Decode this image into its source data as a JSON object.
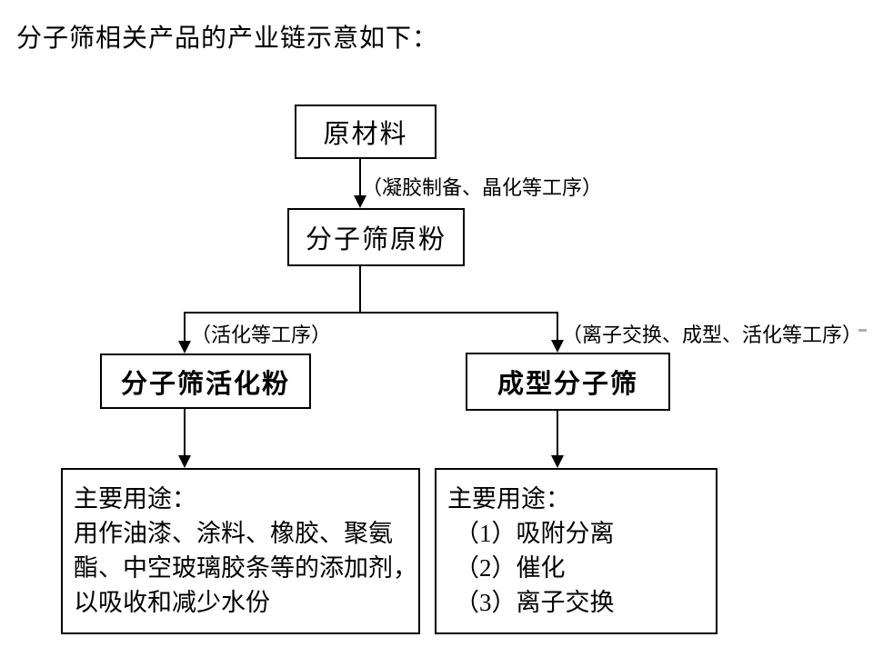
{
  "title": "分子筛相关产品的产业链示意如下：",
  "colors": {
    "background": "#ffffff",
    "line": "#000000",
    "text": "#000000"
  },
  "flowchart": {
    "nodes": {
      "raw_material": {
        "label": "原材料"
      },
      "raw_powder": {
        "label": "分子筛原粉"
      },
      "activated_powder": {
        "label": "分子筛活化粉"
      },
      "formed_sieve": {
        "label": "成型分子筛"
      },
      "activated_uses": {
        "lines": [
          "主要用途：",
          "用作油漆、涂料、橡胶、聚氨",
          "酯、中空玻璃胶条等的添加剂，",
          "以吸收和减少水份"
        ]
      },
      "formed_uses": {
        "lines": [
          "主要用途：",
          "（1）吸附分离",
          "（2）催化",
          "（3）离子交换"
        ]
      }
    },
    "edge_labels": {
      "to_raw_powder": "（凝胶制备、晶化等工序）",
      "to_activated_powder": "（活化等工序）",
      "to_formed_sieve": "（离子交换、成型、活化等工序）"
    }
  }
}
